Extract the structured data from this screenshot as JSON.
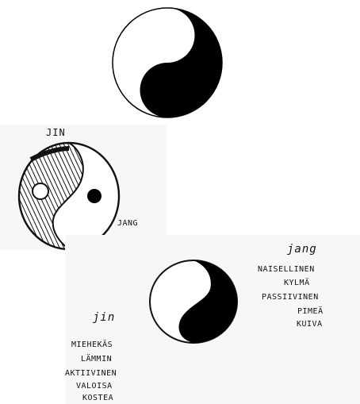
{
  "figure": {
    "symbol_top": {
      "colors": {
        "dark": "#000000",
        "light": "#ffffff",
        "outline": "#000000"
      }
    },
    "sketch_one": {
      "labels": {
        "top": "JIN",
        "bottom_right": "JANG"
      }
    },
    "sketch_two": {
      "left_heading": "jin",
      "left_words": [
        "MIEHEKÄS",
        "LÄMMIN",
        "AKTIIVINEN",
        "VALOISA",
        "KOSTEA"
      ],
      "right_heading": "jang",
      "right_words": [
        "NAISELLINEN",
        "KYLMÄ",
        "PASSIIVINEN",
        "PIMEÄ",
        "KUIVA"
      ]
    }
  }
}
